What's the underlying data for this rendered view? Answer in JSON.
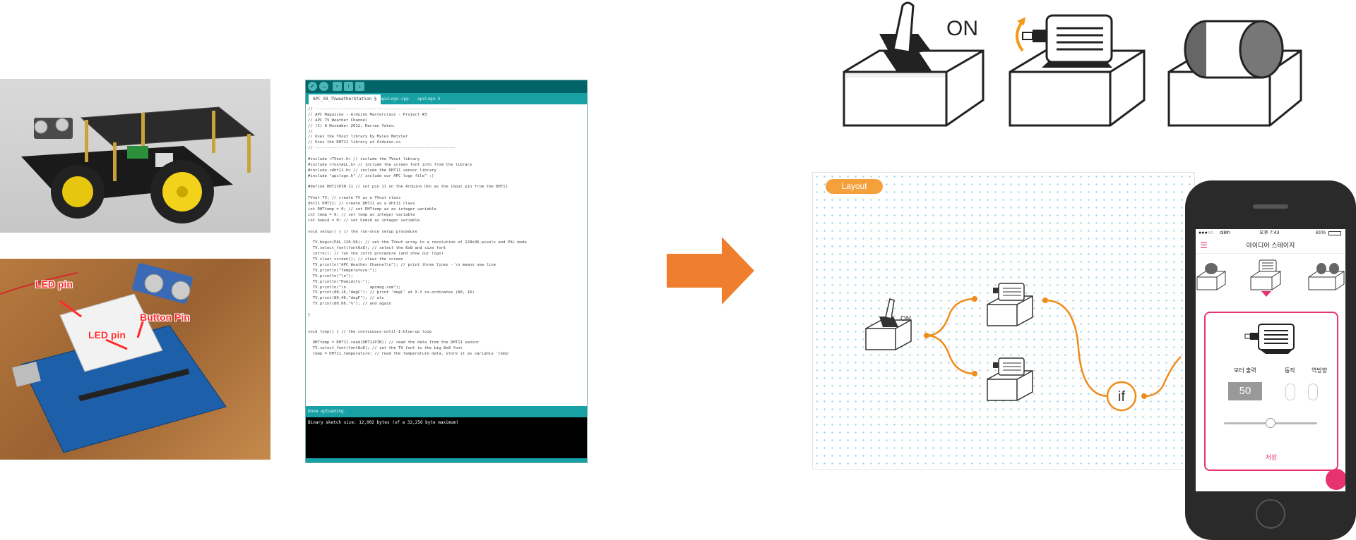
{
  "photos": {
    "led_pin_top": "LED pin",
    "led_pin_mid": "LED pin",
    "button_pin": "Button Pin"
  },
  "ide": {
    "tabs": [
      "APC_03_TVweatherStation §",
      "apcLogo.cpp",
      "apcLogo.h"
    ],
    "code_lines": [
      "// -----------------------------------------------------------",
      "// APC Magazine - Arduino Masterclass - Project #3",
      "// APC TV Weather Channel",
      "// (C) 8 November 2012, Darren Yates.",
      "//",
      "// Uses the TVout library by Myles Metzler",
      "// Uses the DHT11 library at Arduino.cc",
      "// -----------------------------------------------------------",
      "",
      "#include <TVout.h> // include the TVout library",
      "#include <fontALL.h> // include the screen font info from the library",
      "#include <dht11.h> // include the DHT11 sensor library",
      "#include \"apclogo.h\" // include our APC logo file\" :)",
      "",
      "#define DHT11PIN 11 // set pin 11 on the Arduino Uno as the input pin from the DHT11",
      "",
      "TVout TV; // create TV as a TVout class",
      "dht11 DHT11; // create DHT11 as a dht11 class",
      "int DHTtemp = 0; // set DHTtemp as an integer variable",
      "int temp = 0; // set temp as integer variable",
      "int humid = 0; // set humid as integer variable",
      "",
      "void setup() { // the run-once setup procedure",
      "",
      "  TV.begin(PAL,120,96); // set the TVout array to a resolution of 128x96-pixels and PAL mode",
      "  TV.select_font(font6x8); // select the 6x8 and size font",
      "  intro(); // run the intro procedure (and show our logo)",
      "  TV.clear_screen(); // clear the screen",
      "  TV.println(\"APC Weather Channel\\n\"); // print three lines - \\n means new line",
      "  TV.println(\"Temperature:\");",
      "  TV.println(\"\\n\");",
      "  TV.println(\"Humidity:\");",
      "  TV.println(\"\\n          apcmag.com\");",
      "  TV.print(80,16,\"degC\"); // print 'degC' at X-Y co-ordinates (80, 16)",
      "  TV.print(80,46,\"degF\"); // etc",
      "  TV.print(80,66,\"%\"); // and again",
      "",
      "}",
      "",
      "",
      "void loop() { // the continuous-until-I-blow-up loop",
      "",
      "  DHTtemp = DHT11.read(DHT11PIN); // read the data from the DHT11 sensor",
      "  TV.select_font(font8x8); // set the TV font to the big 8x8 font",
      "  temp = DHT11.temperature; // read the temperature data, store it as variable 'temp'"
    ],
    "status": "Done uploading.",
    "console": "Binary sketch size: 12,002 bytes (of a 32,256 byte maximum)"
  },
  "icons_row": {
    "switch_on_label": "ON"
  },
  "layout": {
    "badge": "Layout",
    "node_switch_label": "ON",
    "if_label": "if"
  },
  "phone": {
    "carrier": "olleh",
    "time": "오후 7:43",
    "battery": "81%",
    "title": "아이디어 스테이지",
    "popup": {
      "motor_output_label": "모터 출력",
      "action_label": "동작",
      "reverse_label": "역방향",
      "value": "50",
      "slider_value": 0.5,
      "save_label": "저장"
    }
  },
  "colors": {
    "arrow": "#ef7f2f",
    "flow_line": "#f08c1a",
    "teal": "#17a1a5",
    "accent": "#e6336f",
    "badge": "#f4a03b"
  }
}
